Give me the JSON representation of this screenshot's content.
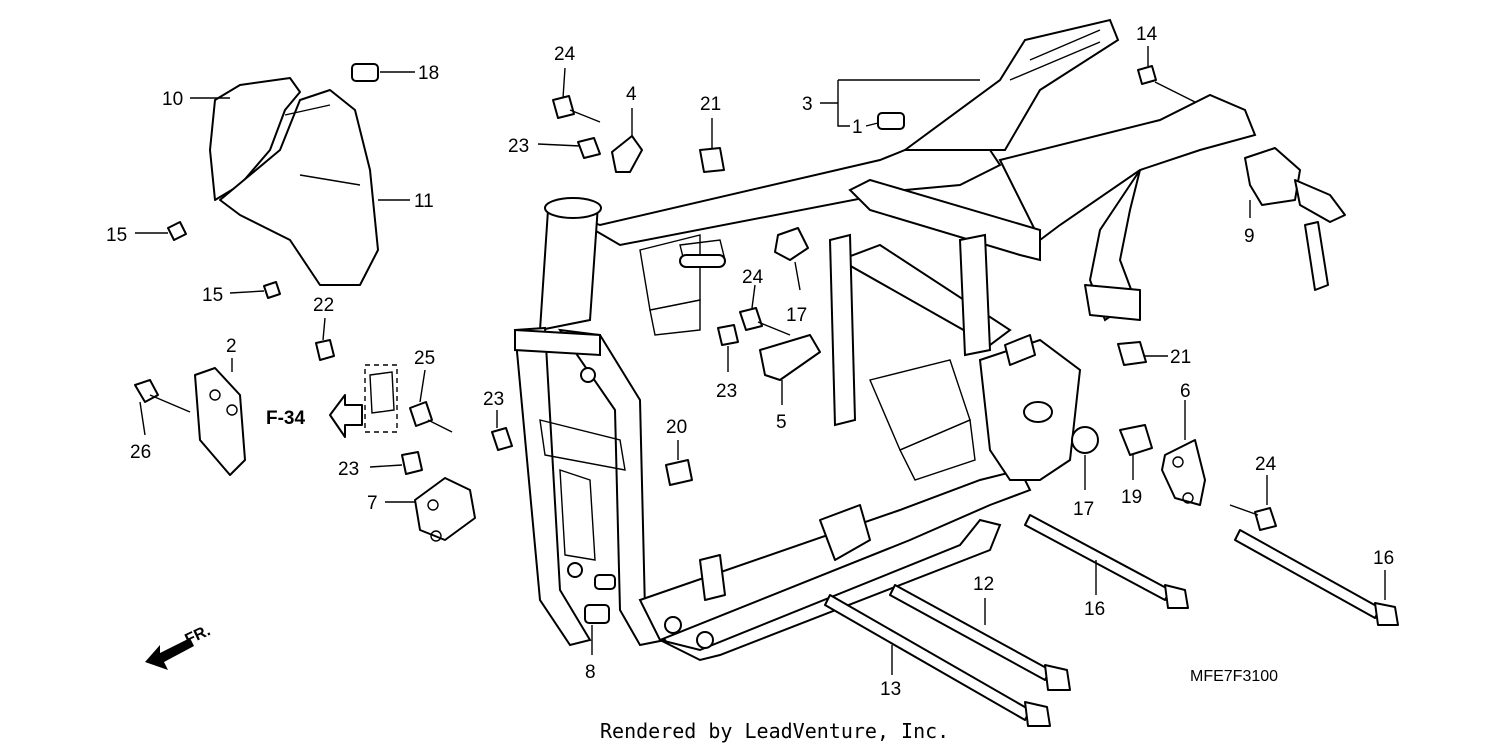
{
  "diagram_code": "MFE7F3100",
  "footer_text": "Rendered by LeadVenture, Inc.",
  "reference_label": "F-34",
  "front_label": "FR.",
  "callouts": [
    "24",
    "4",
    "21",
    "3",
    "1",
    "14",
    "18",
    "10",
    "11",
    "23",
    "9",
    "15",
    "15",
    "22",
    "2",
    "25",
    "21",
    "24",
    "17",
    "23",
    "5",
    "6",
    "26",
    "23",
    "20",
    "24",
    "23",
    "7",
    "17",
    "19",
    "16",
    "12",
    "16",
    "8",
    "13"
  ]
}
